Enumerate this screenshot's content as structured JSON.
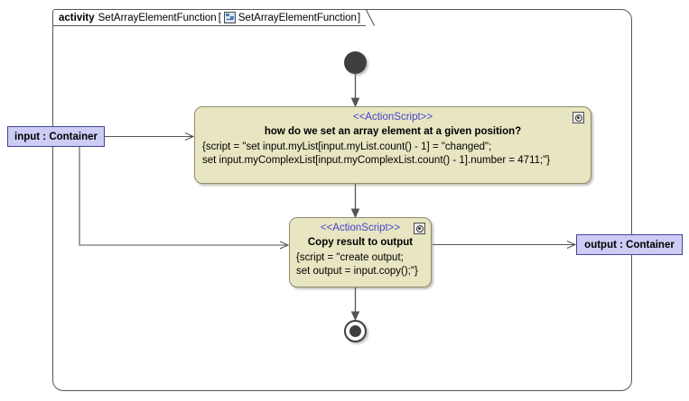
{
  "frame": {
    "keyword": "activity",
    "name": "SetArrayElementFunction",
    "bracket_open": "[",
    "icon": "activity-diagram-icon",
    "diagram_name": "SetArrayElementFunction",
    "bracket_close": "]"
  },
  "nodes": {
    "initial": {
      "name": "initial-node"
    },
    "final": {
      "name": "activity-final-node"
    },
    "action1": {
      "stereotype": "<<ActionScript>>",
      "title": "how do we set an array element at a given position?",
      "body_lines": [
        "{script = \"set input.myList[input.myList.count() - 1] = \"changed\";",
        "set input.myComplexList[input.myComplexList.count() - 1].number = 4711;\"}"
      ],
      "icon": "action-icon"
    },
    "action2": {
      "stereotype": "<<ActionScript>>",
      "title": "Copy result to output",
      "body_lines": [
        "{script = \"create output;",
        "set output = input.copy();\"}"
      ],
      "icon": "action-icon"
    }
  },
  "parameters": {
    "input": {
      "label": "input : Container"
    },
    "output": {
      "label": "output : Container"
    }
  },
  "colors": {
    "action_fill": "#e8e5c2",
    "action_border": "#8f8c6e",
    "stereotype_text": "#4444cc",
    "param_fill": "#ccccf5",
    "param_border": "#44449a",
    "line": "#555555",
    "frame_border": "#57565c"
  }
}
